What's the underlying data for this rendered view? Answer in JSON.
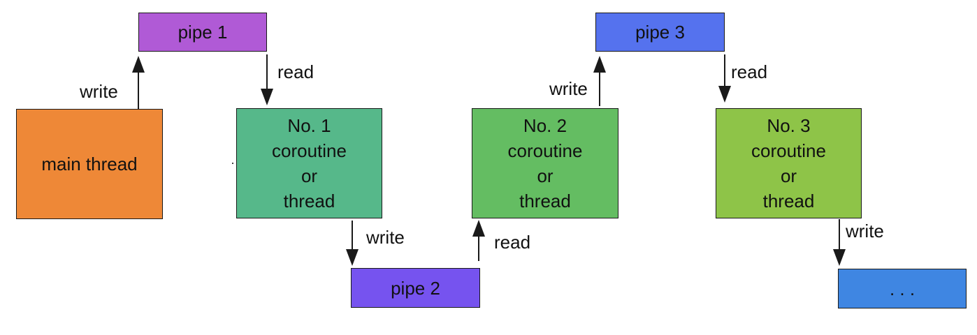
{
  "colors": {
    "pipe1": "#b05ad6",
    "pipe2": "#7653ef",
    "pipe3": "#5572ee",
    "pipe_more": "#3f86e2",
    "main_thread": "#ee8837",
    "node1": "#56b88a",
    "node2": "#64bd62",
    "node3": "#8ec448",
    "stroke": "#1a1a1a"
  },
  "pipes": {
    "p1": "pipe 1",
    "p2": "pipe 2",
    "p3": "pipe 3",
    "more": ". . ."
  },
  "main_thread": "main thread",
  "nodes": {
    "n1": [
      "No. 1",
      "coroutine",
      "or",
      "thread"
    ],
    "n2": [
      "No. 2",
      "coroutine",
      "or",
      "thread"
    ],
    "n3": [
      "No. 3",
      "coroutine",
      "or",
      "thread"
    ]
  },
  "edge_labels": {
    "main_to_p1": "write",
    "p1_to_n1": "read",
    "n1_to_p2": "write",
    "p2_to_n2": "read",
    "n2_to_p3": "write",
    "p3_to_n3": "read",
    "n3_to_more": "write"
  }
}
